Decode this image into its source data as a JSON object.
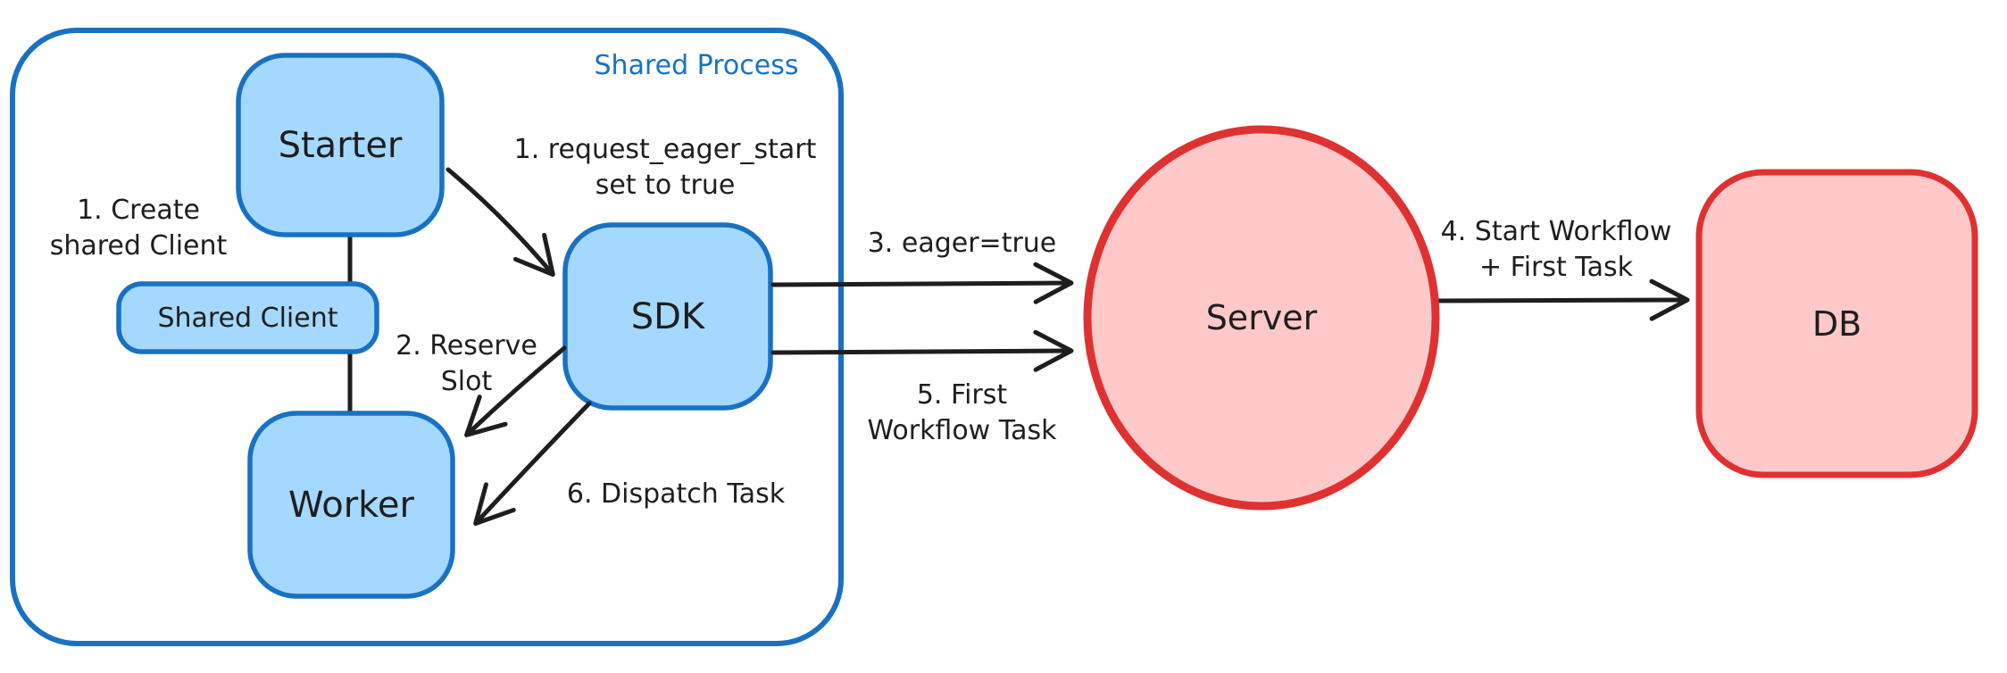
{
  "colors": {
    "blue_stroke": "#1971c2",
    "blue_fill": "#a5d8ff",
    "red_stroke": "#e03131",
    "red_fill": "#ffc9c9",
    "ink": "#1e1e1e"
  },
  "container": {
    "label": "Shared Process"
  },
  "nodes": {
    "starter": {
      "label": "Starter"
    },
    "shared_client": {
      "label": "Shared Client"
    },
    "worker": {
      "label": "Worker"
    },
    "sdk": {
      "label": "SDK"
    },
    "server": {
      "label": "Server"
    },
    "db": {
      "label": "DB"
    }
  },
  "annotations": {
    "create_client": {
      "line1": "1. Create",
      "line2": "shared Client"
    },
    "request_eager": {
      "line1": "1. request_eager_start",
      "line2": "set to true"
    },
    "reserve_slot": {
      "line1": "2. Reserve",
      "line2": "Slot"
    },
    "eager_true": {
      "line1": "3. eager=true"
    },
    "first_wft": {
      "line1": "5. First",
      "line2": "Workflow Task"
    },
    "start_workflow": {
      "line1": "4. Start Workflow",
      "line2": "+ First Task"
    },
    "dispatch_task": {
      "line1": "6. Dispatch Task"
    }
  }
}
